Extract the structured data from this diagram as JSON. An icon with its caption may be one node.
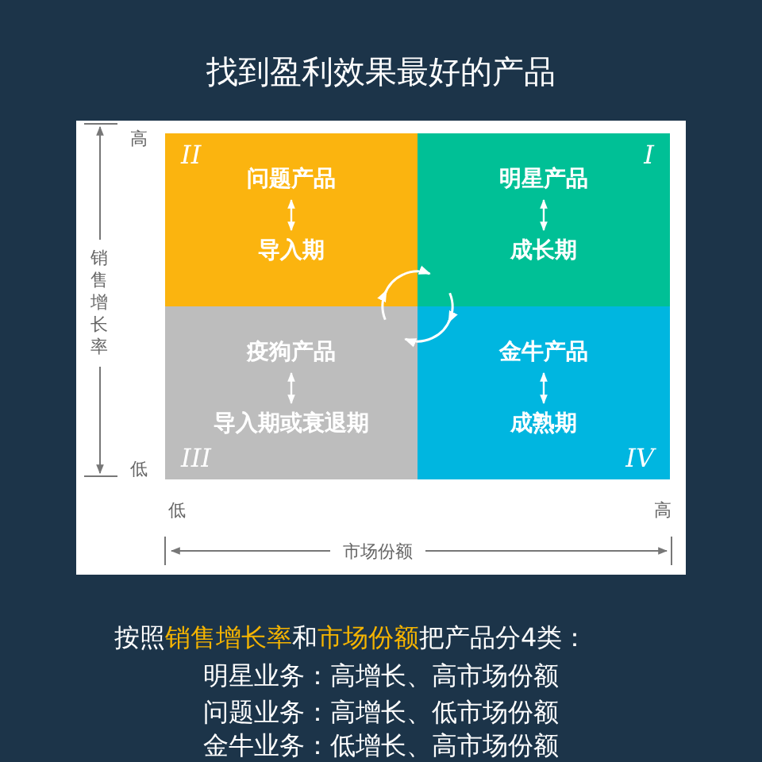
{
  "diagram": {
    "title": "找到盈利效果最好的产品",
    "nodes": [
      {
        "text": [
          "II"
        ]
      },
      {
        "text": [
          "问题产品"
        ],
        "in": 0
      },
      {
        "text": [
          "导入期"
        ],
        "in": 0
      },
      {
        "text": [
          "I"
        ]
      },
      {
        "text": [
          "明星产品"
        ],
        "in": 3
      },
      {
        "text": [
          "成长期"
        ],
        "in": 3
      },
      {
        "text": [
          "III"
        ]
      },
      {
        "text": [
          "疫狗产品"
        ],
        "in": 6
      },
      {
        "text": [
          "导入期或衰退期"
        ],
        "in": 6
      },
      {
        "text": [
          "IV"
        ]
      },
      {
        "text": [
          "金牛产品"
        ],
        "in": 9
      },
      {
        "text": [
          "成熟期"
        ],
        "in": 9
      }
    ],
    "edges": [
      {
        "from": 1,
        "to": 2,
        "arrow": "both"
      },
      {
        "from": 4,
        "to": 5,
        "arrow": "both"
      },
      {
        "from": 7,
        "to": 8,
        "arrow": "both"
      },
      {
        "from": 10,
        "to": 11,
        "arrow": "both"
      },
      {
        "from": 0,
        "to": 3,
        "arrow": "to"
      },
      {
        "from": 3,
        "to": 9,
        "arrow": "to"
      },
      {
        "from": 9,
        "to": 6,
        "arrow": "to"
      },
      {
        "from": 6,
        "to": 0,
        "arrow": "to"
      }
    ],
    "labels": [
      "高",
      "销售增长率",
      "低",
      "低",
      "高",
      "市场份额",
      "按照**销售增长率**和**市场份额**把产品分4类：",
      "明星业务：高增长、高市场份额",
      "问题业务：高增长、低市场份额",
      "金牛业务：低增长、高市场份额"
    ]
  }
}
